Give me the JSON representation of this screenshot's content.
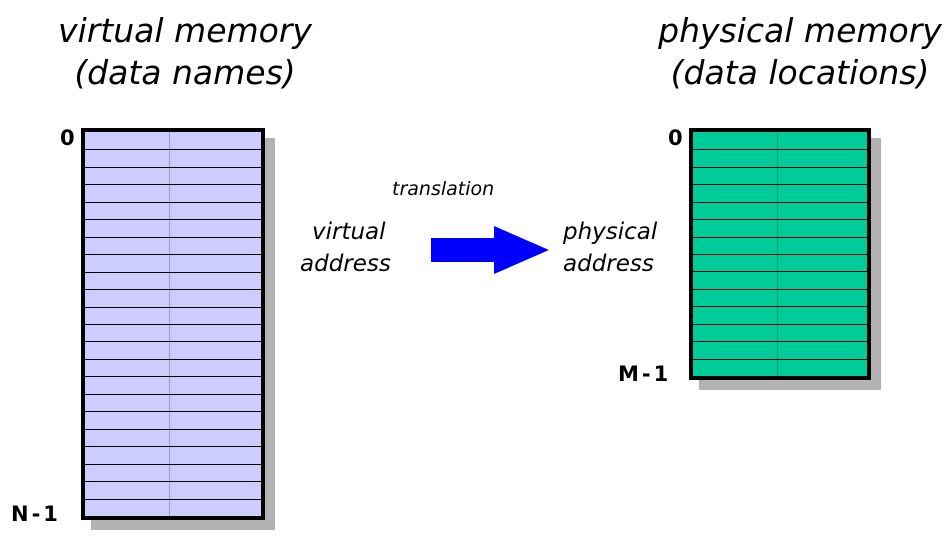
{
  "virtual_memory": {
    "title_line1": "virtual memory",
    "title_line2": "(data names)",
    "top_index": "0",
    "bottom_index": "N-1",
    "fill_color": "#ccccff"
  },
  "physical_memory": {
    "title_line1": "physical memory",
    "title_line2": "(data locations)",
    "top_index": "0",
    "bottom_index": "M-1",
    "fill_color": "#00cc99"
  },
  "translation": {
    "label": "translation",
    "source_line1": "virtual",
    "source_line2": "address",
    "target_line1": "physical",
    "target_line2": "address",
    "arrow_color": "#0000ff",
    "arrow_icon": "right-arrow-icon"
  }
}
